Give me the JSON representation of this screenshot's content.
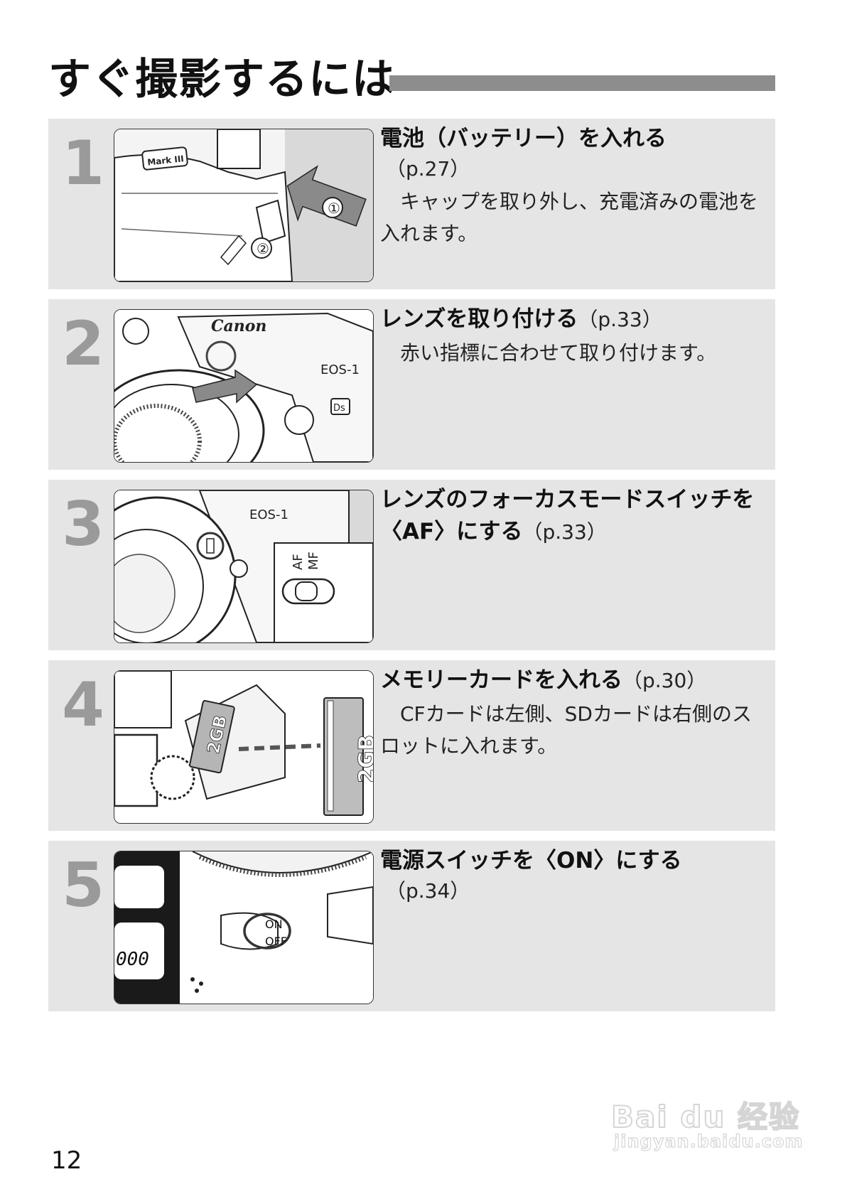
{
  "page": {
    "title": "すぐ撮影するには",
    "page_number": "12"
  },
  "steps": [
    {
      "number": "1",
      "heading": "電池（バッテリー）を入れる",
      "ref": "（p.27）",
      "body": "キャップを取り外し、充電済みの電池を入れます。",
      "image_labels": [
        "Mark III",
        "①",
        "②"
      ]
    },
    {
      "number": "2",
      "heading": "レンズを取り付ける",
      "ref": "（p.33）",
      "body": "赤い指標に合わせて取り付けます。",
      "image_labels": [
        "Canon",
        "EOS-1",
        "Ds"
      ]
    },
    {
      "number": "3",
      "heading": "レンズのフォーカスモードスイッチを〈AF〉にする",
      "ref": "（p.33）",
      "body": "",
      "image_labels": [
        "EOS-1",
        "AF",
        "MF"
      ]
    },
    {
      "number": "4",
      "heading": "メモリーカードを入れる",
      "ref": "（p.30）",
      "body": "CFカードは左側、SDカードは右側のスロットに入れます。",
      "image_labels": [
        "2GB",
        "2GB"
      ]
    },
    {
      "number": "5",
      "heading": "電源スイッチを〈ON〉にする",
      "ref": "（p.34）",
      "body": "",
      "image_labels": [
        "ON",
        "OFF",
        "000"
      ]
    }
  ],
  "watermark": {
    "brand": "Bai du 经验",
    "url": "jingyan.baidu.com"
  }
}
